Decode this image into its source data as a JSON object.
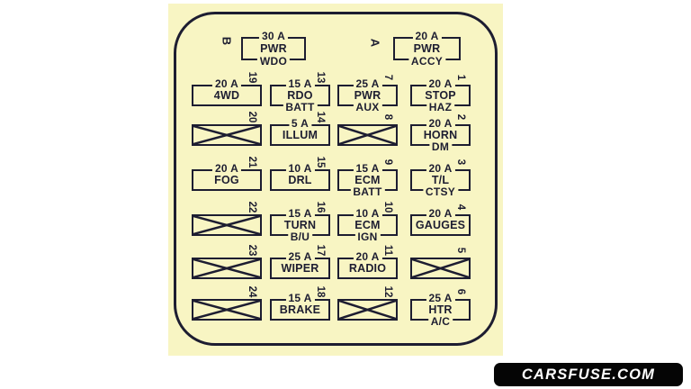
{
  "colors": {
    "paper": "#f8f5c3",
    "ink": "#1d1d31",
    "page_bg": "#ffffff",
    "watermark_bg": "#050505",
    "watermark_text": "#ffffff"
  },
  "relays": [
    {
      "id": "B",
      "amp": "30 A",
      "line1": "PWR",
      "line2": "WDO"
    },
    {
      "id": "A",
      "amp": "20 A",
      "line1": "PWR",
      "line2": "ACCY"
    }
  ],
  "fuses": [
    {
      "num": "19",
      "amp": "20 A",
      "line1": "4WD",
      "line2": ""
    },
    {
      "num": "13",
      "amp": "15 A",
      "line1": "RDO",
      "line2": "BATT"
    },
    {
      "num": "7",
      "amp": "25 A",
      "line1": "PWR",
      "line2": "AUX"
    },
    {
      "num": "1",
      "amp": "20 A",
      "line1": "STOP",
      "line2": "HAZ"
    },
    {
      "num": "20",
      "crossed": true
    },
    {
      "num": "14",
      "amp": "5 A",
      "line1": "ILLUM",
      "line2": ""
    },
    {
      "num": "8",
      "crossed": true
    },
    {
      "num": "2",
      "amp": "20 A",
      "line1": "HORN",
      "line2": "DM"
    },
    {
      "num": "21",
      "amp": "20 A",
      "line1": "FOG",
      "line2": ""
    },
    {
      "num": "15",
      "amp": "10 A",
      "line1": "DRL",
      "line2": ""
    },
    {
      "num": "9",
      "amp": "15 A",
      "line1": "ECM",
      "line2": "BATT"
    },
    {
      "num": "3",
      "amp": "20 A",
      "line1": "T/L",
      "line2": "CTSY"
    },
    {
      "num": "22",
      "crossed": true
    },
    {
      "num": "16",
      "amp": "15 A",
      "line1": "TURN",
      "line2": "B/U"
    },
    {
      "num": "10",
      "amp": "10 A",
      "line1": "ECM",
      "line2": "IGN"
    },
    {
      "num": "4",
      "amp": "20 A",
      "line1": "GAUGES",
      "line2": ""
    },
    {
      "num": "23",
      "crossed": true
    },
    {
      "num": "17",
      "amp": "25 A",
      "line1": "WIPER",
      "line2": ""
    },
    {
      "num": "11",
      "amp": "20 A",
      "line1": "RADIO",
      "line2": ""
    },
    {
      "num": "5",
      "crossed": true
    },
    {
      "num": "24",
      "crossed": true
    },
    {
      "num": "18",
      "amp": "15 A",
      "line1": "BRAKE",
      "line2": ""
    },
    {
      "num": "12",
      "crossed": true
    },
    {
      "num": "6",
      "amp": "25 A",
      "line1": "HTR",
      "line2": "A/C"
    }
  ],
  "watermark": {
    "text": "CARSFUSE.COM"
  }
}
